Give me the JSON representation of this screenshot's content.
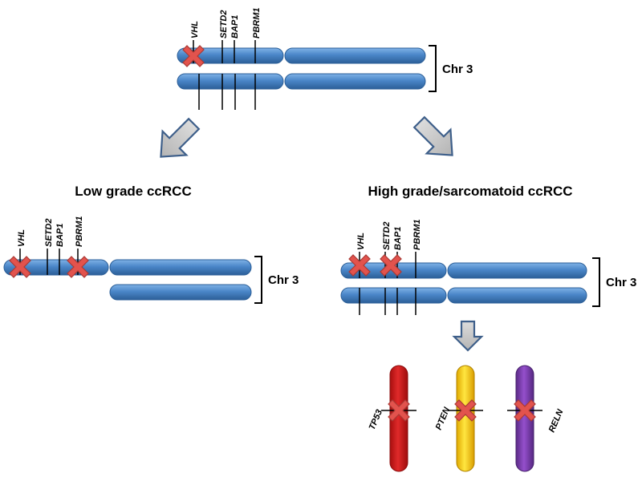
{
  "labels": {
    "chr3": "Chr 3",
    "low_grade_title": "Low grade ccRCC",
    "high_grade_title": "High grade/sarcomatoid ccRCC"
  },
  "genes": {
    "vhl": "VHL",
    "setd2": "SETD2",
    "bap1": "BAP1",
    "pbrm1": "PBRM1",
    "tp53": "TP53",
    "pten": "PTEN",
    "reln": "RELN"
  },
  "colors": {
    "chromosome_blue": "#4a86c8",
    "chromosome_blue_dark": "#2c5f98",
    "mutation_x": "#e2534d",
    "arrow_gray": "#c9c9c9",
    "arrow_outline": "#3e5f8a",
    "tp53_chromosome": "#d71f1f",
    "pten_chromosome": "#ffd21a",
    "reln_chromosome": "#7e3fb0"
  }
}
